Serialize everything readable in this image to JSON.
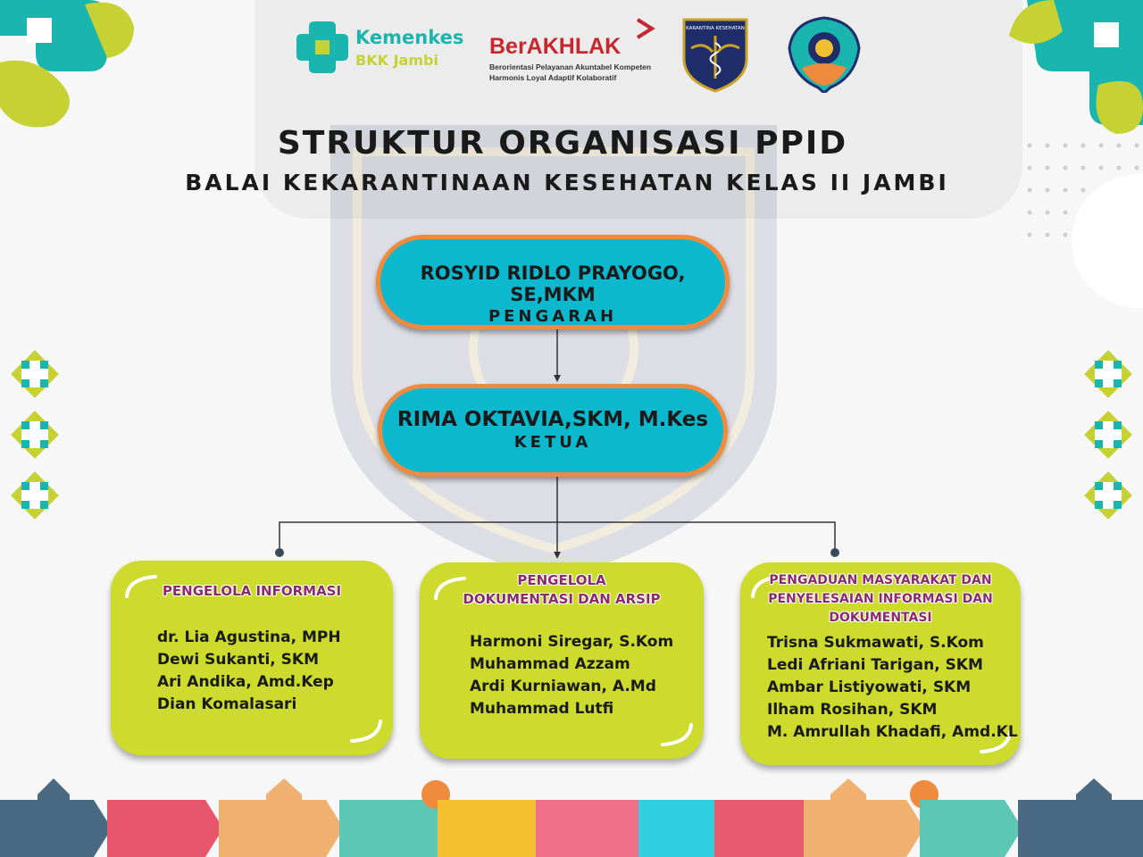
{
  "header": {
    "logos": {
      "kemenkes_name": "Kemenkes",
      "kemenkes_sub": "BKK Jambi",
      "berakhlak_name": "BerAKHLAK",
      "berakhlak_line1": "Berorientasi Pelayanan Akuntabel Kompeten",
      "berakhlak_line2": "Harmonis Loyal Adaptif Kolaboratif",
      "seal_text": "KARANTINA KESEHATAN"
    }
  },
  "title": "STRUKTUR ORGANISASI PPID",
  "subtitle": "BALAI KEKARANTINAAN KESEHATAN KELAS II JAMBI",
  "nodes": {
    "pengarah": {
      "name": "ROSYID RIDLO PRAYOGO, SE,MKM",
      "role": "PENGARAH"
    },
    "ketua": {
      "name": "RIMA OKTAVIA,SKM, M.Kes",
      "role": "KETUA"
    }
  },
  "cards": [
    {
      "heading_lines": [
        "PENGELOLA INFORMASI"
      ],
      "members": [
        "dr. Lia Agustina, MPH",
        "Dewi Sukanti, SKM",
        "Ari Andika, Amd.Kep",
        "Dian Komalasari"
      ]
    },
    {
      "heading_lines": [
        "PENGELOLA",
        "DOKUMENTASI DAN ARSIP"
      ],
      "members": [
        "Harmoni Siregar, S.Kom",
        "Muhammad Azzam",
        "Ardi Kurniawan, A.Md",
        "Muhammad Lutfi"
      ]
    },
    {
      "heading_lines": [
        "PENGADUAN MASYARAKAT DAN",
        "PENYELESAIAN INFORMASI DAN",
        "DOKUMENTASI"
      ],
      "members": [
        "Trisna Sukmawati, S.Kom",
        "Ledi Afriani Tarigan, SKM",
        "Ambar Listiyowati, SKM",
        "Ilham Rosihan, SKM",
        "M. Amrullah Khadafi, Amd.KL"
      ]
    }
  ],
  "colors": {
    "node_fill": "#0cb8cd",
    "node_border": "#f08a3c",
    "card_fill": "#cddb2c",
    "card_heading": "#8c2a6e",
    "accent_teal": "#1bb5b0",
    "accent_lime": "#c6d233"
  }
}
